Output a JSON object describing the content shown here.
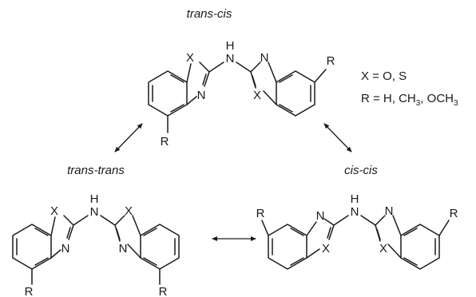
{
  "labels": {
    "trans_cis": "trans-cis",
    "trans_trans": "trans-trans",
    "cis_cis": "cis-cis"
  },
  "atoms": {
    "X": "X",
    "N": "N",
    "R": "R",
    "H": "H"
  },
  "legend": {
    "x_prefix": "X = O, S",
    "r_prefix": "R = H, CH",
    "r_mid": ", OCH",
    "sub3": "3"
  }
}
